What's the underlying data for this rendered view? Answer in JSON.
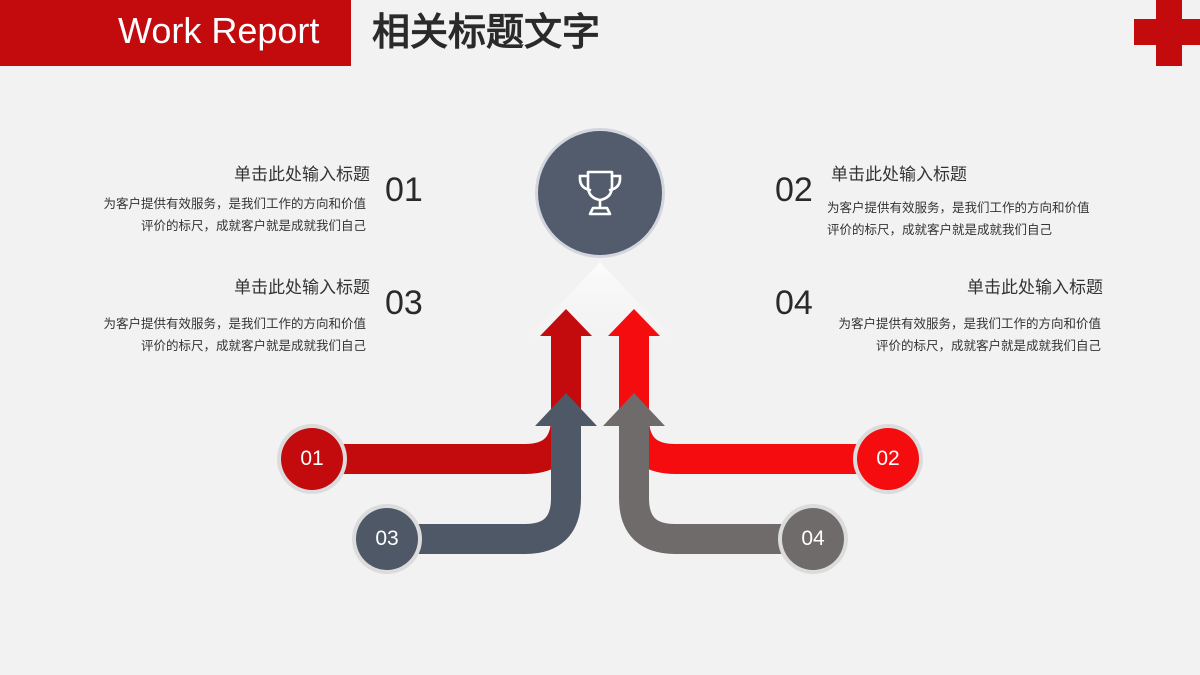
{
  "header": {
    "banner_text": "Work Report",
    "title": "相关标题文字"
  },
  "center_icon": "trophy-icon",
  "items": [
    {
      "number": "01",
      "title": "单击此处输入标题",
      "desc_line1": "为客户提供有效服务，是我们工作的方向和价值",
      "desc_line2": "评价的标尺，成就客户就是成就我们自己"
    },
    {
      "number": "02",
      "title": "单击此处输入标题",
      "desc_line1": "为客户提供有效服务，是我们工作的方向和价值",
      "desc_line2": "评价的标尺，成就客户就是成就我们自己"
    },
    {
      "number": "03",
      "title": "单击此处输入标题",
      "desc_line1": "为客户提供有效服务，是我们工作的方向和价值",
      "desc_line2": "评价的标尺，成就客户就是成就我们自己"
    },
    {
      "number": "04",
      "title": "单击此处输入标题",
      "desc_line1": "为客户提供有效服务，是我们工作的方向和价值",
      "desc_line2": "评价的标尺，成就客户就是成就我们自己"
    }
  ],
  "badges": [
    "01",
    "02",
    "03",
    "04"
  ],
  "colors": {
    "dark_red": "#c30a0d",
    "red": "#f50c0e",
    "slate": "#4e5866",
    "gray": "#6f6b6a",
    "accent": "#c30a0d"
  }
}
